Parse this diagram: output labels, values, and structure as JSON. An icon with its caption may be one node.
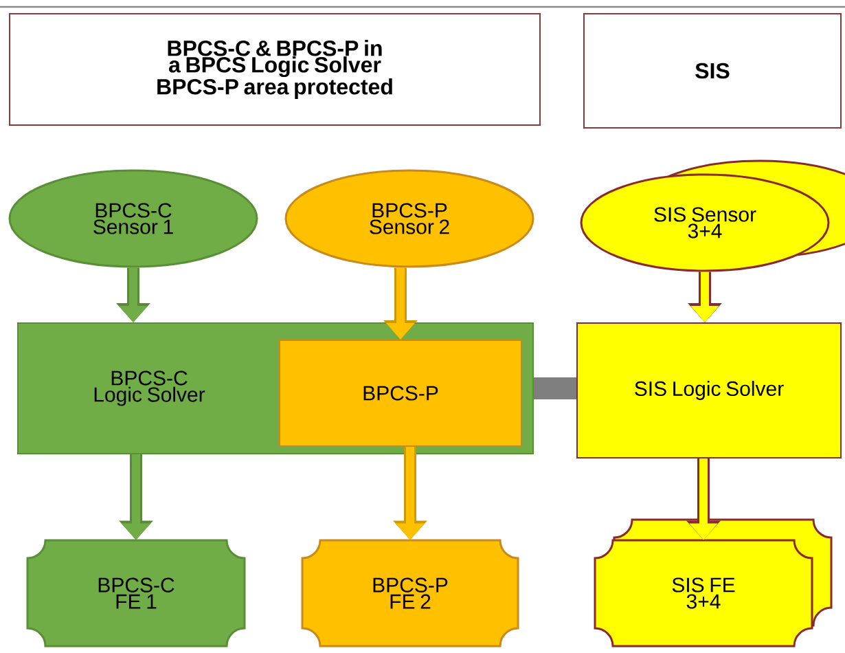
{
  "diagram": {
    "nodes": [
      {
        "text": [
          "BPCS-C & BPCS-P in a BPCS Logic Solver BPCS-P area protected"
        ]
      },
      {
        "text": [
          "SIS"
        ]
      },
      {
        "text": [
          "BPCS-C Sensor 1"
        ]
      },
      {
        "text": [
          "BPCS-P Sensor 2"
        ]
      },
      {
        "text": [
          "SIS Sensor 3+4"
        ]
      },
      {
        "text": [
          "BPCS-C Logic Solver"
        ]
      },
      {
        "text": [
          "BPCS-P"
        ],
        "in": 5
      },
      {
        "text": [
          "SIS Logic Solver"
        ]
      },
      {
        "text": [
          "BPCS-C FE 1"
        ]
      },
      {
        "text": [
          "BPCS-P FE 2"
        ]
      },
      {
        "text": [
          "SIS FE 3+4"
        ]
      }
    ],
    "edges": [
      {
        "from": 2,
        "to": 5,
        "arrow": "to",
        "color": "#70ad47"
      },
      {
        "from": 3,
        "to": 6,
        "arrow": "to",
        "color": "#ffc000"
      },
      {
        "from": 4,
        "to": 7,
        "arrow": "to",
        "color": "#ffff00"
      },
      {
        "from": 5,
        "to": 7,
        "arrow": "none",
        "style": "thick",
        "color": "#7f7f7f"
      },
      {
        "from": 5,
        "to": 8,
        "arrow": "to",
        "color": "#70ad47"
      },
      {
        "from": 6,
        "to": 9,
        "arrow": "to",
        "color": "#ffc000"
      },
      {
        "from": 7,
        "to": 10,
        "arrow": "to",
        "color": "#ffff00"
      }
    ]
  }
}
